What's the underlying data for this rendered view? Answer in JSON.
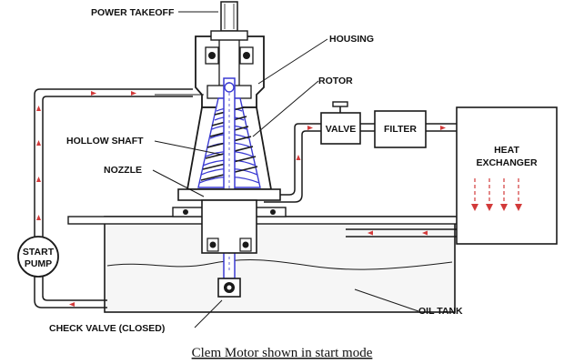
{
  "labels": {
    "power_takeoff": "POWER TAKEOFF",
    "housing": "HOUSING",
    "rotor": "ROTOR",
    "hollow_shaft": "HOLLOW SHAFT",
    "nozzle": "NOZZLE",
    "valve": "VALVE",
    "filter": "FILTER",
    "heat_exchanger_line1": "HEAT",
    "heat_exchanger_line2": "EXCHANGER",
    "start_pump_line1": "START",
    "start_pump_line2": "PUMP",
    "oil_tank": "OIL TANK",
    "check_valve": "CHECK VALVE (CLOSED)"
  },
  "caption": "Clem Motor shown in start mode",
  "colors": {
    "line": "#1a1a1a",
    "flow_arrow": "#d23a3a",
    "rotor_coil": "#3a3ad2",
    "tank_fill": "#f6f6f6"
  }
}
